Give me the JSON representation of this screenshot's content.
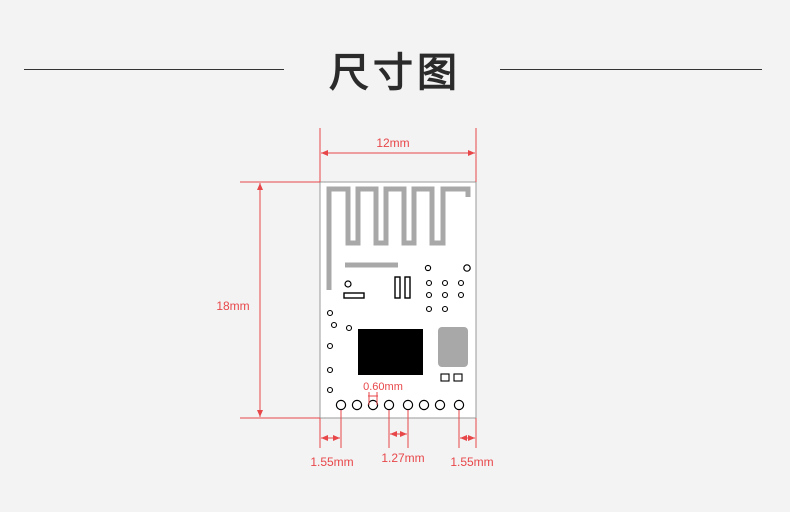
{
  "title": "尺寸图",
  "dimensions": {
    "width": "12mm",
    "height": "18mm",
    "pad_size": "0.60mm",
    "edge_left": "1.55mm",
    "pitch": "1.27mm",
    "edge_right": "1.55mm"
  },
  "colors": {
    "background": "#f3f3f3",
    "dimension": "#e8474a",
    "board_outline": "#9a9a9a",
    "chip": "#000000",
    "antenna": "#a8a8a8"
  }
}
